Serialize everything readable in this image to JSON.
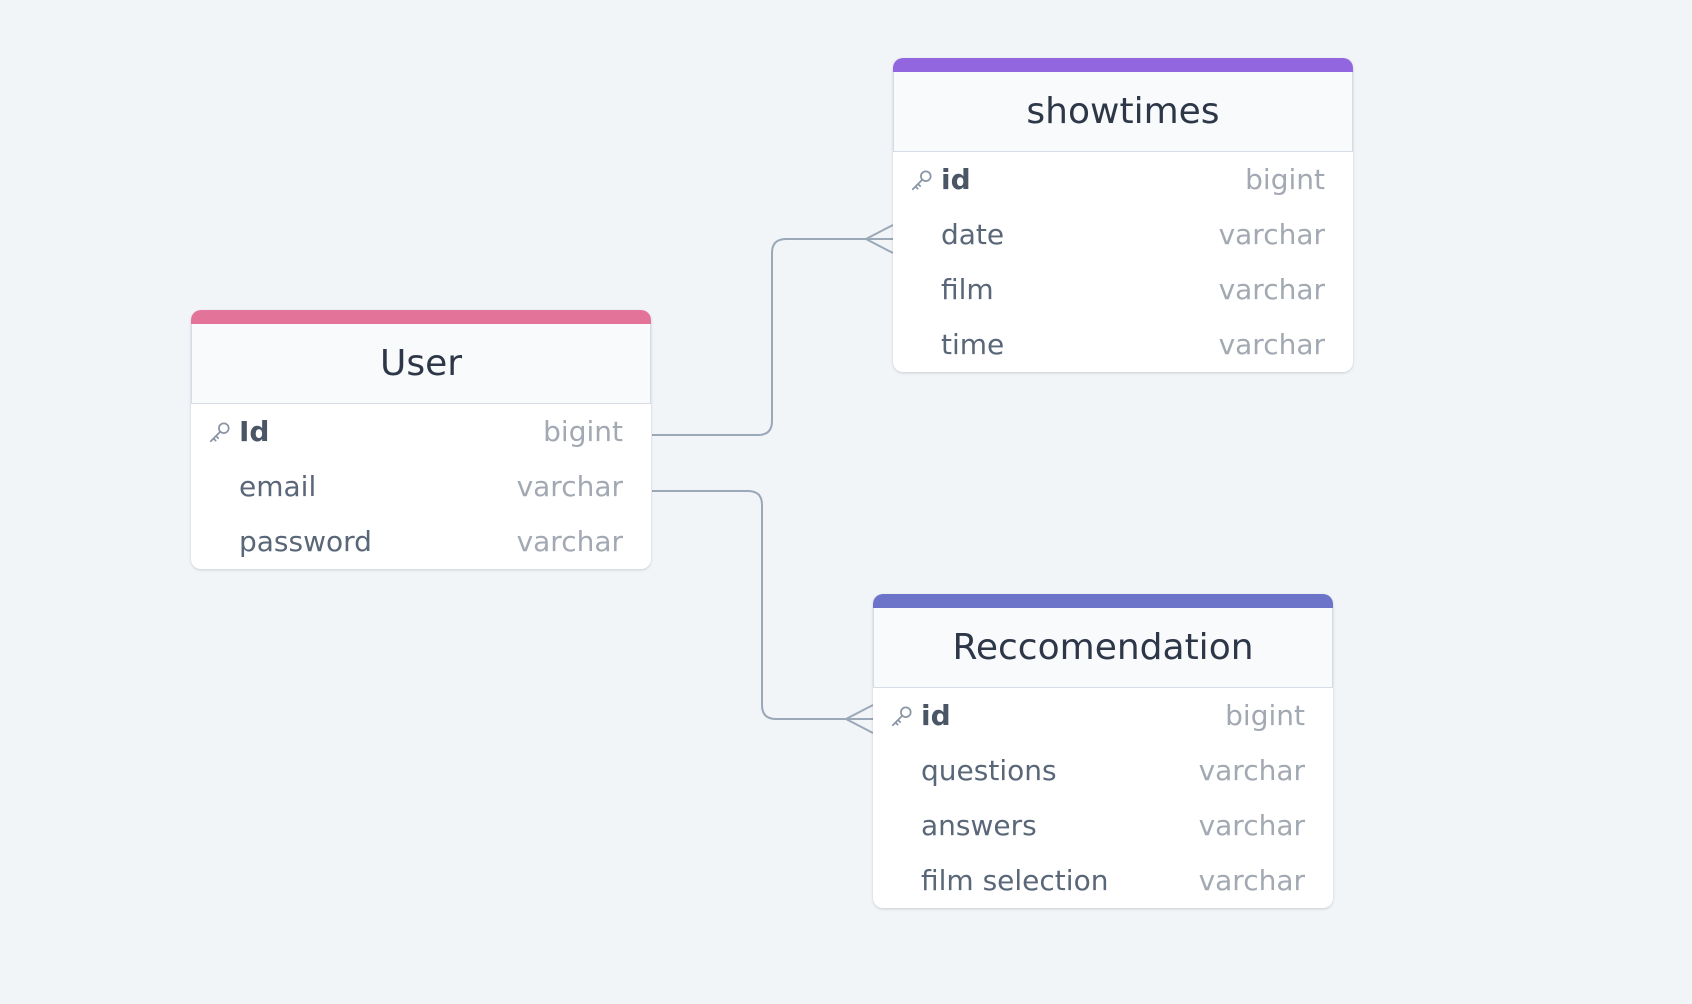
{
  "tables": [
    {
      "id": "user",
      "name": "User",
      "color": "#e4739a",
      "fields": [
        {
          "name": "Id",
          "type": "bigint",
          "pk": true
        },
        {
          "name": "email",
          "type": "varchar",
          "pk": false
        },
        {
          "name": "password",
          "type": "varchar",
          "pk": false
        }
      ]
    },
    {
      "id": "showtimes",
      "name": "showtimes",
      "color": "#9266df",
      "fields": [
        {
          "name": "id",
          "type": "bigint",
          "pk": true
        },
        {
          "name": "date",
          "type": "varchar",
          "pk": false
        },
        {
          "name": "film",
          "type": "varchar",
          "pk": false
        },
        {
          "name": "time",
          "type": "varchar",
          "pk": false
        }
      ]
    },
    {
      "id": "reccomendation",
      "name": "Reccomendation",
      "color": "#6b74c9",
      "fields": [
        {
          "name": "id",
          "type": "bigint",
          "pk": true
        },
        {
          "name": "questions",
          "type": "varchar",
          "pk": false
        },
        {
          "name": "answers",
          "type": "varchar",
          "pk": false
        },
        {
          "name": "film selection",
          "type": "varchar",
          "pk": false
        }
      ]
    }
  ],
  "relations": [
    {
      "from": "User.Id",
      "to": "showtimes.date",
      "cardinality": "one-to-many"
    },
    {
      "from": "User.email",
      "to": "Reccomendation.id",
      "cardinality": "one-to-many"
    }
  ],
  "colors": {
    "background": "#f2f5f8",
    "edge": "#9aa8b8"
  },
  "icons": {
    "primary_key": "key-icon"
  }
}
